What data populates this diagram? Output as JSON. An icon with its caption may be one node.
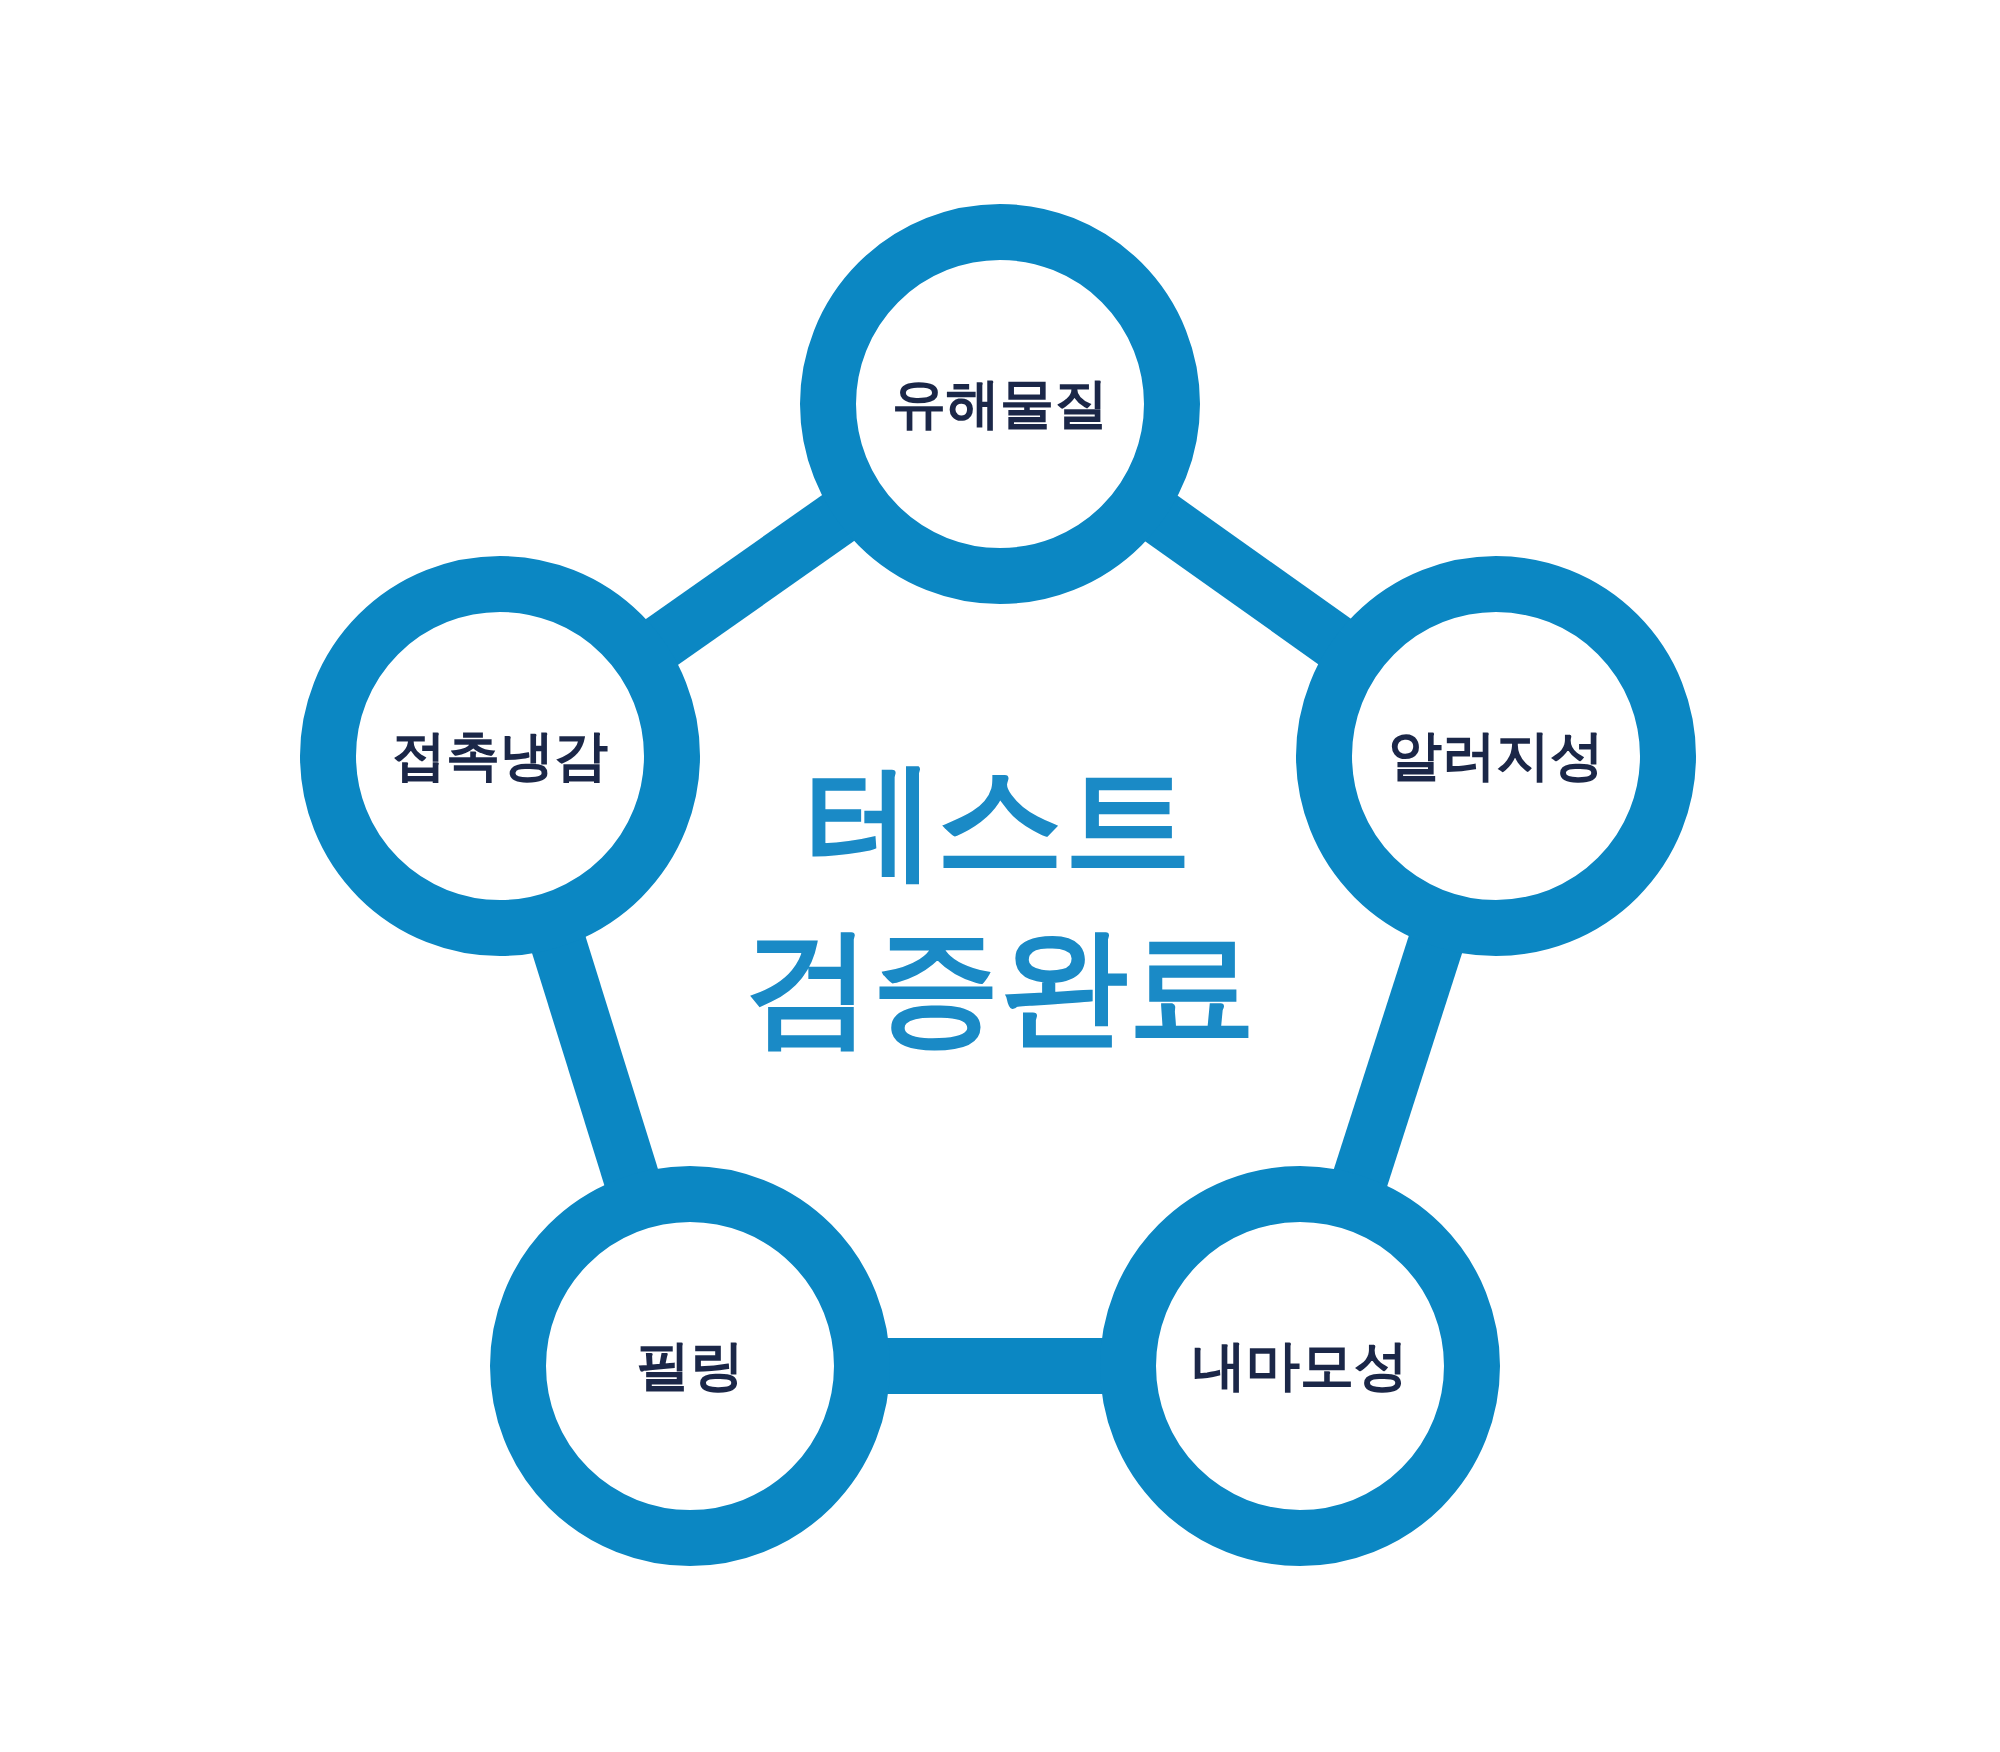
{
  "diagram": {
    "nodes": [
      {
        "text": [
          "유해물질"
        ]
      },
      {
        "text": [
          "접촉냉감"
        ]
      },
      {
        "text": [
          "알러지성"
        ]
      },
      {
        "text": [
          "필링"
        ]
      },
      {
        "text": [
          "내마모성"
        ]
      }
    ],
    "edges": [
      {
        "from": 0,
        "to": 1,
        "arrow": "none"
      },
      {
        "from": 0,
        "to": 2,
        "arrow": "none"
      },
      {
        "from": 1,
        "to": 3,
        "arrow": "none"
      },
      {
        "from": 2,
        "to": 4,
        "arrow": "none"
      },
      {
        "from": 3,
        "to": 4,
        "arrow": "none"
      }
    ],
    "labels": [
      "테스트 검증완료"
    ]
  }
}
